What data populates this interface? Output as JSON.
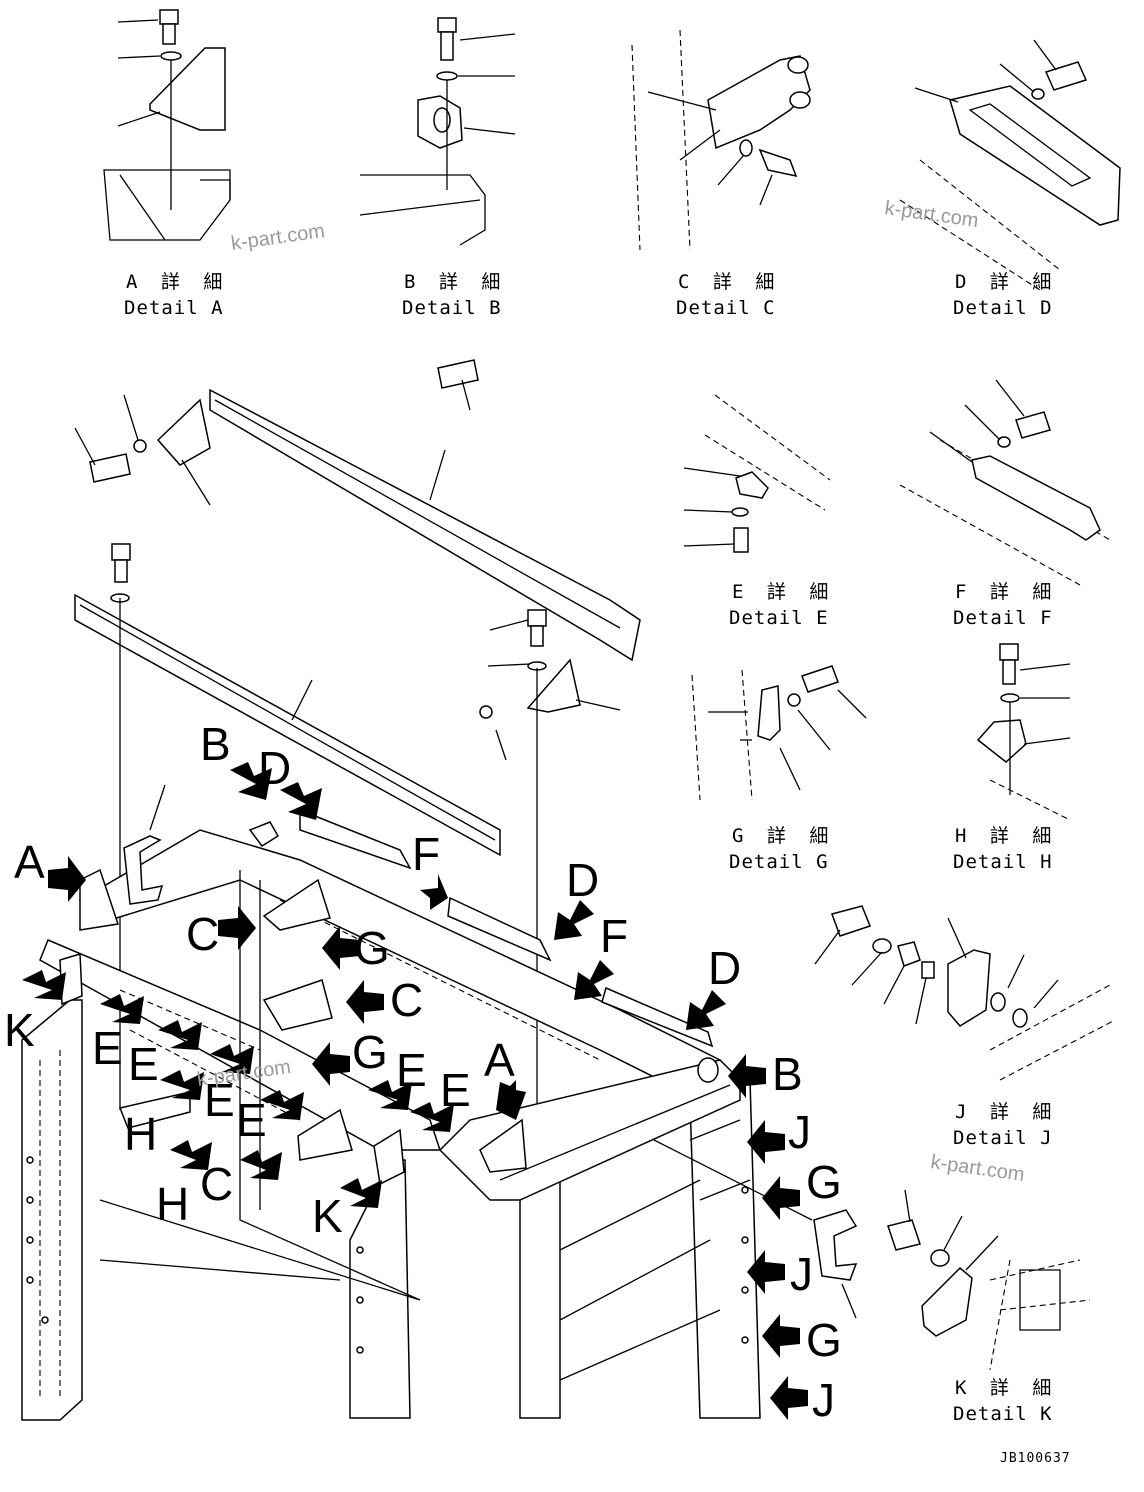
{
  "details": [
    {
      "jp": "A 詳 細",
      "en": "Detail A"
    },
    {
      "jp": "B 詳 細",
      "en": "Detail B"
    },
    {
      "jp": "C 詳 細",
      "en": "Detail C"
    },
    {
      "jp": "D 詳 細",
      "en": "Detail D"
    },
    {
      "jp": "E 詳 細",
      "en": "Detail E"
    },
    {
      "jp": "F 詳 細",
      "en": "Detail F"
    },
    {
      "jp": "G 詳 細",
      "en": "Detail G"
    },
    {
      "jp": "H 詳 細",
      "en": "Detail H"
    },
    {
      "jp": "J 詳 細",
      "en": "Detail J"
    },
    {
      "jp": "K 詳 細",
      "en": "Detail K"
    }
  ],
  "letters": {
    "A": "A",
    "B": "B",
    "C": "C",
    "D": "D",
    "E": "E",
    "F": "F",
    "G": "G",
    "H": "H",
    "J": "J",
    "K": "K"
  },
  "watermark": "k-part.com",
  "drawing_code": "JB100637"
}
